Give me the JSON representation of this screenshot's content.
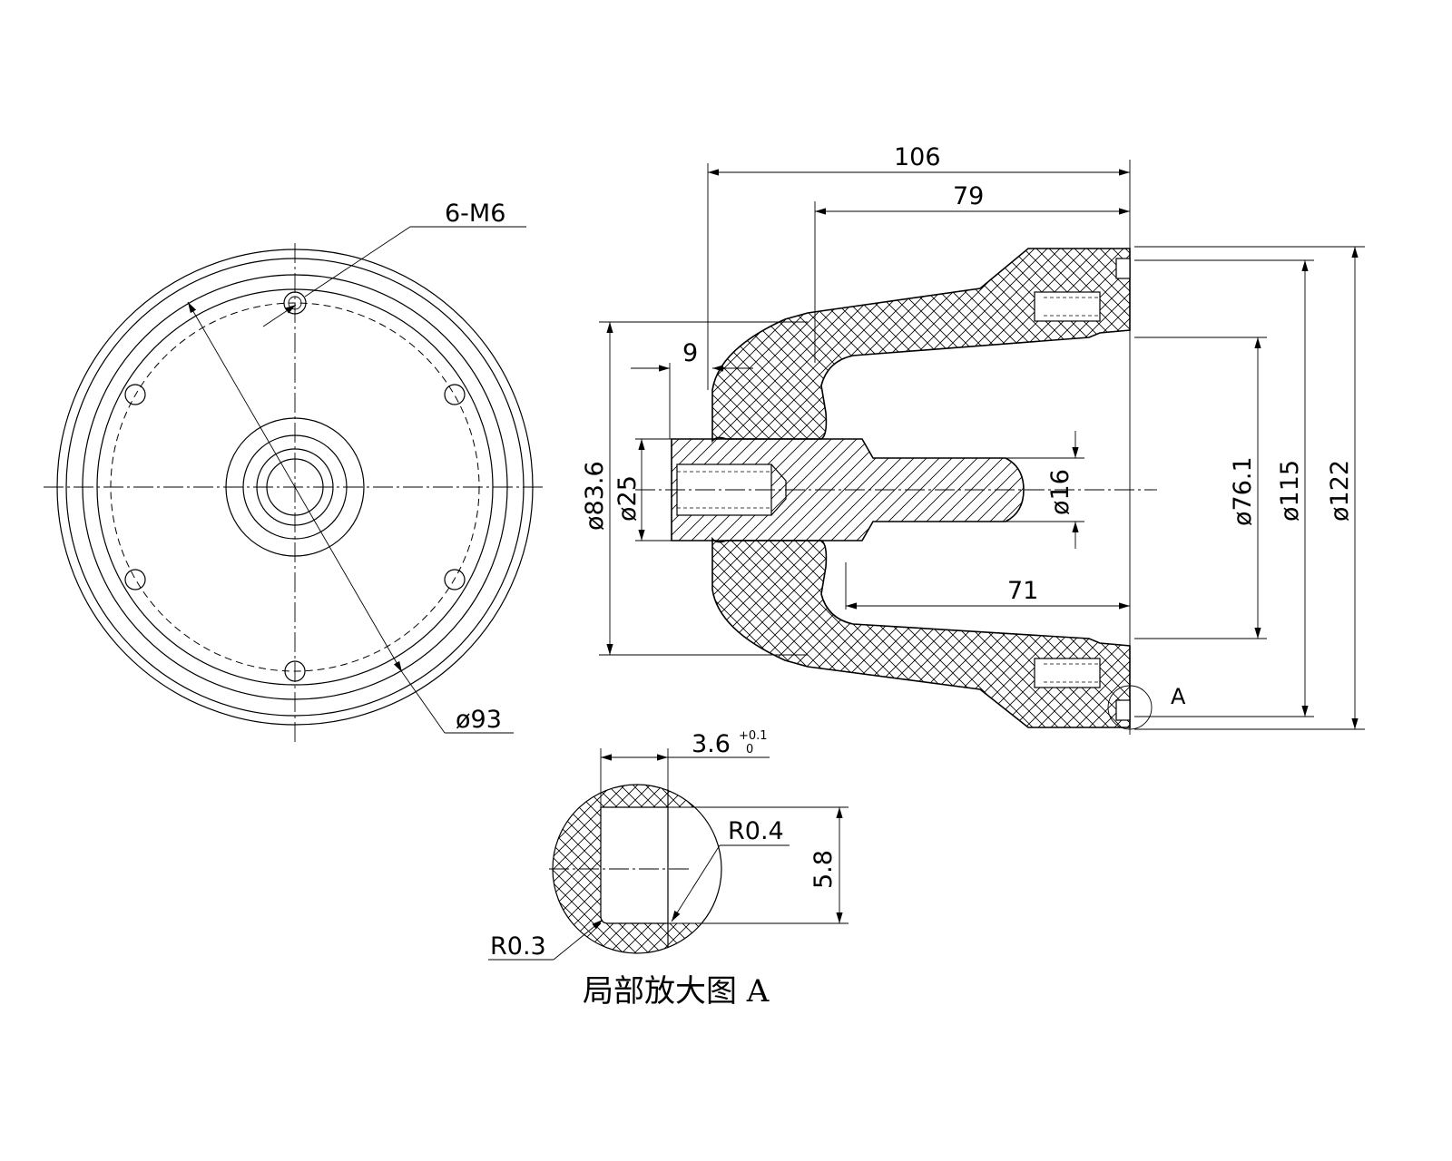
{
  "drawing": {
    "front_view": {
      "hole_callout": "6-M6",
      "bolt_circle_dim": "ø93"
    },
    "section_view": {
      "dim_overall_length": "106",
      "dim_cavity_depth": "79",
      "dim_flange_thickness": "9",
      "dim_inner_length": "71",
      "dim_body_dia": "ø83.6",
      "dim_insert_dia": "ø25",
      "dim_stud_dia": "ø16",
      "dim_cavity_dia": "ø76.1",
      "dim_bolt_dia": "ø115",
      "dim_outer_dia": "ø122",
      "detail_marker": "A"
    },
    "detail_view": {
      "dim_width": "3.6",
      "dim_width_tol_upper": "+0.1",
      "dim_width_tol_lower": "0",
      "dim_height": "5.8",
      "radius_outer": "R0.4",
      "radius_inner": "R0.3",
      "caption": "局部放大图 A"
    }
  }
}
